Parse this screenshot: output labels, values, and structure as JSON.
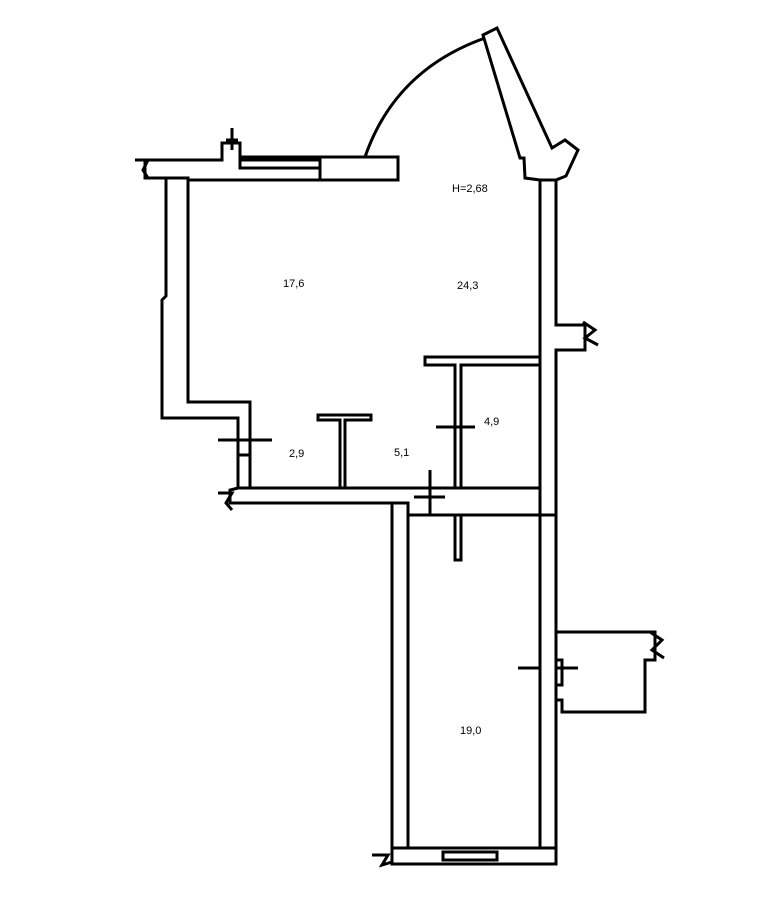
{
  "plan": {
    "ceiling_height": "H=2,68",
    "rooms": [
      {
        "id": "room-living",
        "area": "17,6"
      },
      {
        "id": "room-kitchen",
        "area": "24,3"
      },
      {
        "id": "room-bathroom",
        "area": "4,9"
      },
      {
        "id": "room-closet",
        "area": "2,9"
      },
      {
        "id": "room-hall",
        "area": "5,1"
      },
      {
        "id": "room-bedroom",
        "area": "19,0"
      }
    ]
  }
}
